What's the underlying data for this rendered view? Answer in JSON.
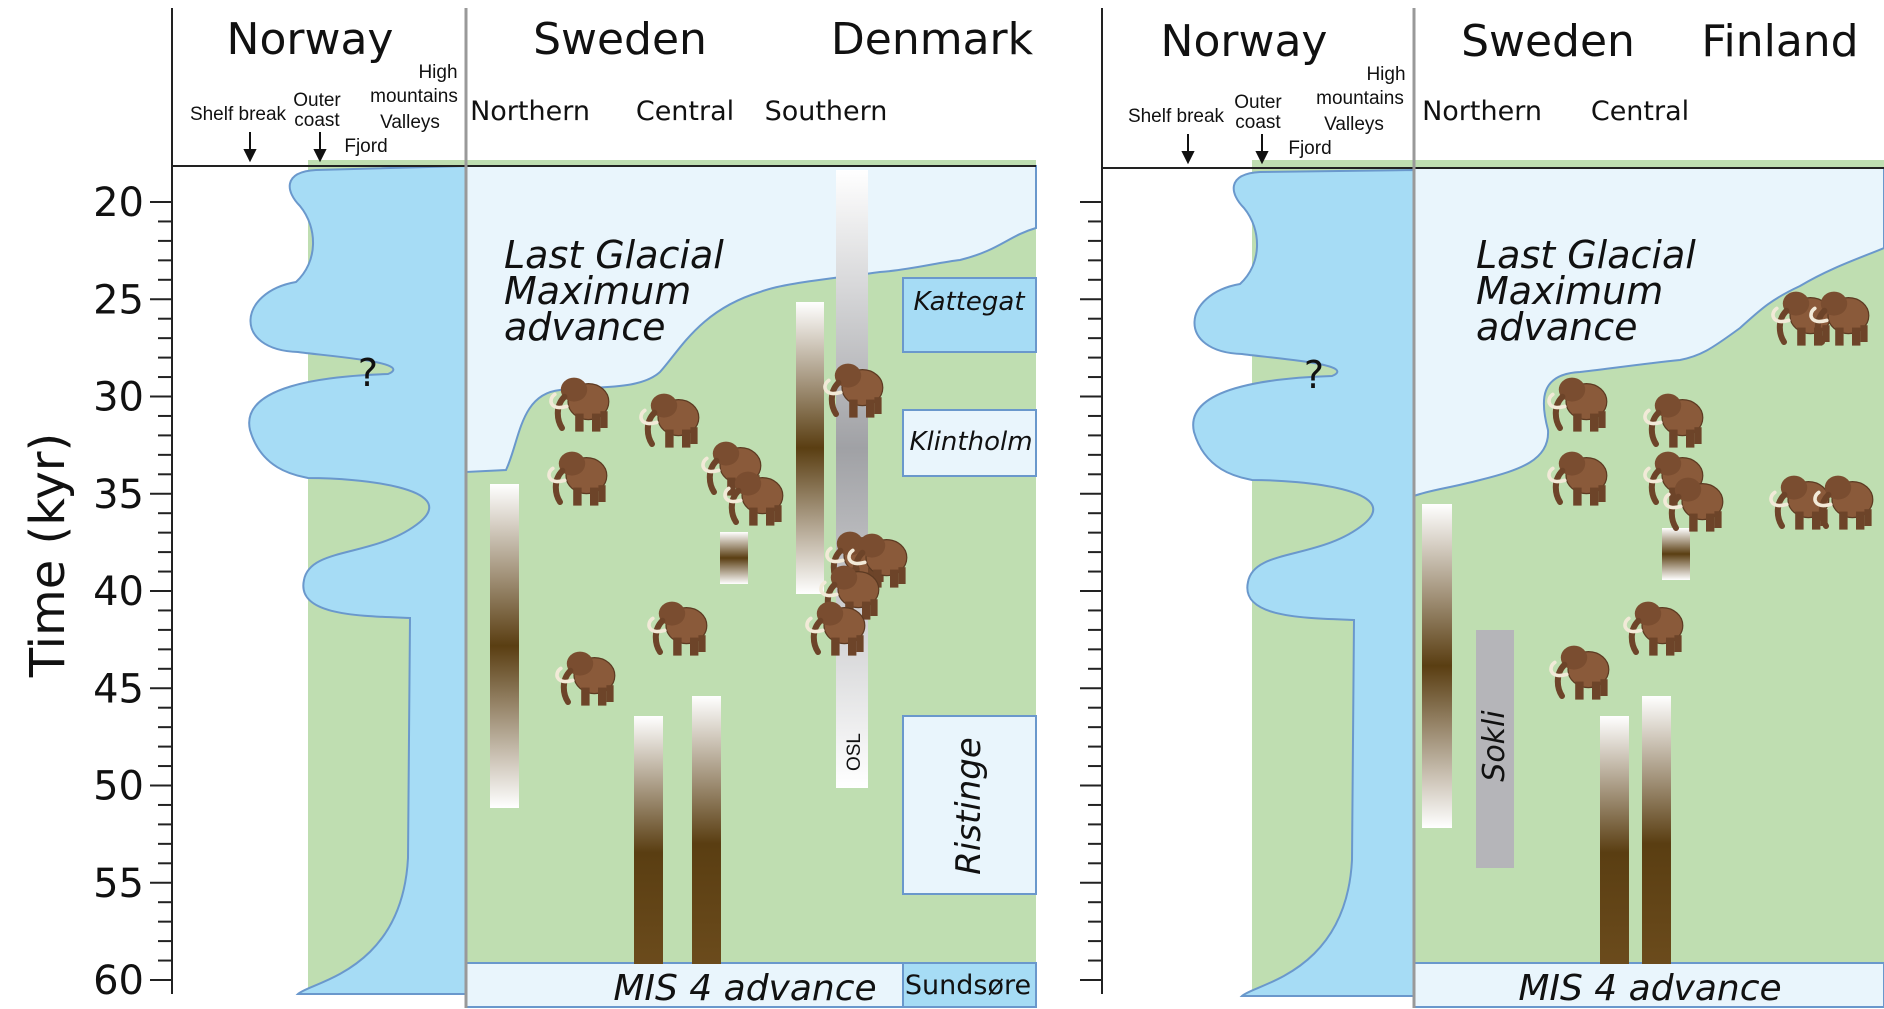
{
  "axis": {
    "label": "Time (kyr)",
    "ticks": [
      "20",
      "25",
      "30",
      "35",
      "40",
      "45",
      "50",
      "55",
      "60"
    ]
  },
  "left_panel": {
    "countries": [
      "Norway",
      "Sweden",
      "Denmark"
    ],
    "norway_zones": {
      "shelf_break": "Shelf break",
      "outer_coast_1": "Outer",
      "outer_coast_2": "coast",
      "fjord": "Fjord",
      "high_mountains_1": "High",
      "high_mountains_2": "mountains",
      "valleys": "Valleys"
    },
    "regions": [
      "Northern",
      "Central",
      "Southern"
    ],
    "lgm_lines": [
      "Last Glacial",
      "Maximum",
      "advance"
    ],
    "mis4": "MIS 4 advance",
    "boxes": {
      "kattegat": "Kattegat",
      "klintholm": "Klintholm",
      "ristinge": "Ristinge",
      "sundsore": "Sundsøre"
    },
    "osl": "OSL",
    "question": "?"
  },
  "right_panel": {
    "countries": [
      "Norway",
      "Sweden",
      "Finland"
    ],
    "norway_zones": {
      "shelf_break": "Shelf break",
      "outer_coast_1": "Outer",
      "outer_coast_2": "coast",
      "fjord": "Fjord",
      "high_mountains_1": "High",
      "high_mountains_2": "mountains",
      "valleys": "Valleys"
    },
    "regions": [
      "Northern",
      "Central"
    ],
    "lgm_lines": [
      "Last Glacial",
      "Maximum",
      "advance"
    ],
    "mis4": "MIS 4 advance",
    "sokli": "Sokli",
    "question": "?"
  },
  "colors": {
    "ice_blue": "#a6dcf5",
    "ice_pale": "#e9f5fc",
    "ice_free_green": "#bfdeb1",
    "record_brown": "#5a3e12",
    "osl_grey": "#a9aaae",
    "sokli_grey": "#b5b5b9",
    "mammoth_brown": "#8a5a3a"
  }
}
